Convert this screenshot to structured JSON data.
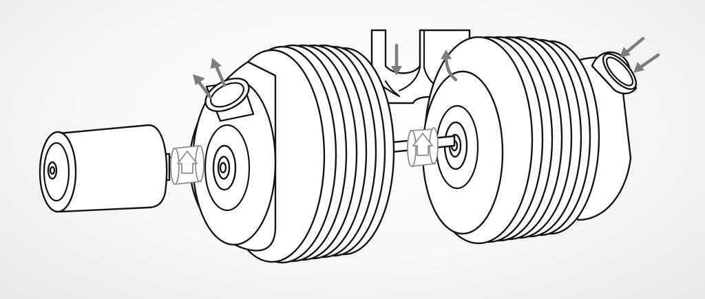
{
  "diagram": {
    "components": [
      {
        "id": "motor",
        "icon": "cylinder-motor"
      },
      {
        "id": "pump-left",
        "icon": "turbine-pump-stage"
      },
      {
        "id": "pump-right",
        "icon": "turbine-pump-stage"
      },
      {
        "id": "shaft",
        "icon": "drive-shaft"
      },
      {
        "id": "crossover-pipe",
        "icon": "u-pipe"
      }
    ],
    "colors": {
      "outline": "#141414",
      "arrow": "#7d7d7d",
      "fill": "#ffffff",
      "background": "#f4f4f4"
    },
    "flow_arrows": [
      "outlet-arrows",
      "pipe-down-arrow",
      "pipe-return-arrow",
      "inlet-arrows"
    ],
    "rotation_indicators": [
      "rotation-left",
      "rotation-right"
    ]
  }
}
